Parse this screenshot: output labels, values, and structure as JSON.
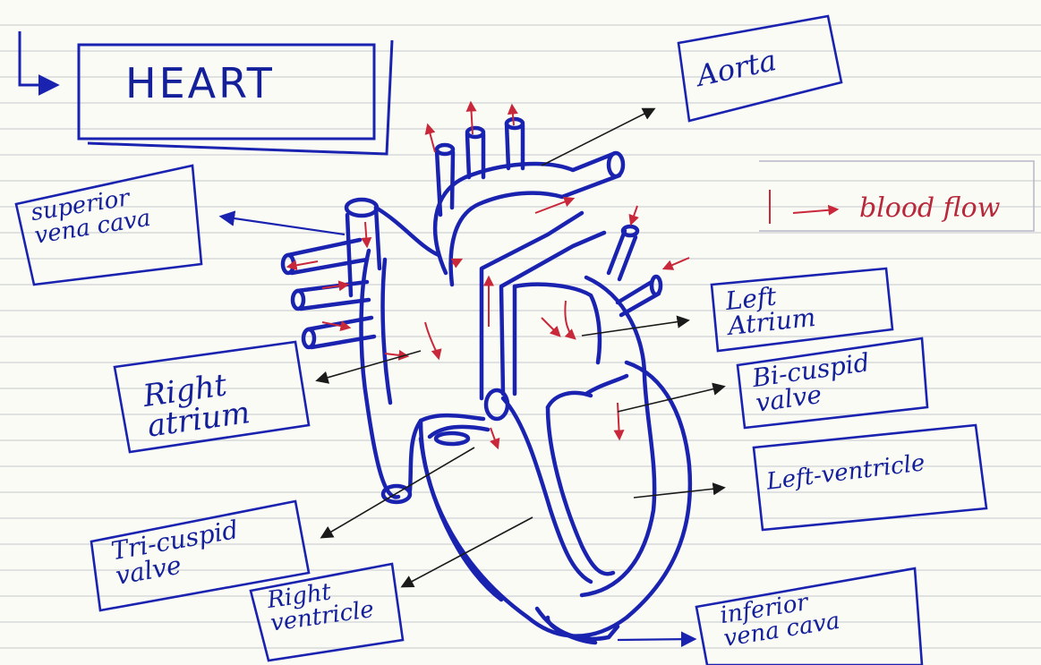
{
  "title": "HEART",
  "legend": {
    "arrow_label": "blood flow",
    "arrow_color": "#c8283a"
  },
  "labels": {
    "aorta": "Aorta",
    "superior_vena_cava": "superior\nvena cava",
    "right_atrium": "Right\natrium",
    "left_atrium": "Left\nAtrium",
    "bicuspid_valve": "Bi-cuspid\nvalve",
    "left_ventricle": "Left-ventricle",
    "tricuspid_valve": "Tri-cuspid\nvalve",
    "right_ventricle": "Right\nventricle",
    "inferior_vena_cava": "inferior\nvena cava"
  },
  "colors": {
    "ink_blue": "#1a23b0",
    "pointer_black": "#1a1a1a",
    "paper": "#fbfbf6"
  }
}
